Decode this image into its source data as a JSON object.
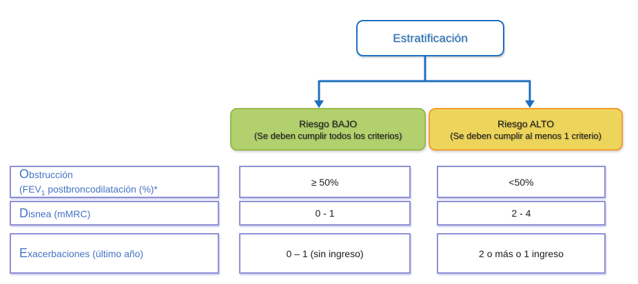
{
  "header": {
    "title": "Estratificación"
  },
  "risk_low": {
    "title": "Riesgo BAJO",
    "subtitle": "(Se deben cumplir todos los criterios)",
    "bg_color": "#b2d06e",
    "border_color": "#97ba4e"
  },
  "risk_high": {
    "title": "Riesgo ALTO",
    "subtitle": "(Se deben cumplir al menos 1 criterio)",
    "bg_color": "#edd55c",
    "border_color": "#f59c2a"
  },
  "rows": [
    {
      "label_line1": "Obstrucción",
      "label_line2_pre": "(FEV",
      "label_sub": "1",
      "label_line2_post": " postbroncodilatación (%)*",
      "low": "≥ 50%",
      "high": "<50%"
    },
    {
      "label_line1": "Disnea (mMRC)",
      "low": "0 - 1",
      "high": "2 - 4"
    },
    {
      "label_line1": "Exacerbaciones (último año)",
      "low": "0 – 1 (sin ingreso)",
      "high": "2 o más o 1 ingreso"
    }
  ],
  "colors": {
    "arrow_blue": "#1e6fbe",
    "title_blue": "#1e6fbe",
    "label_text_blue": "#4472c4",
    "cell_border_purple": "#8f8fd6",
    "value_text": "#1a1a1a"
  }
}
